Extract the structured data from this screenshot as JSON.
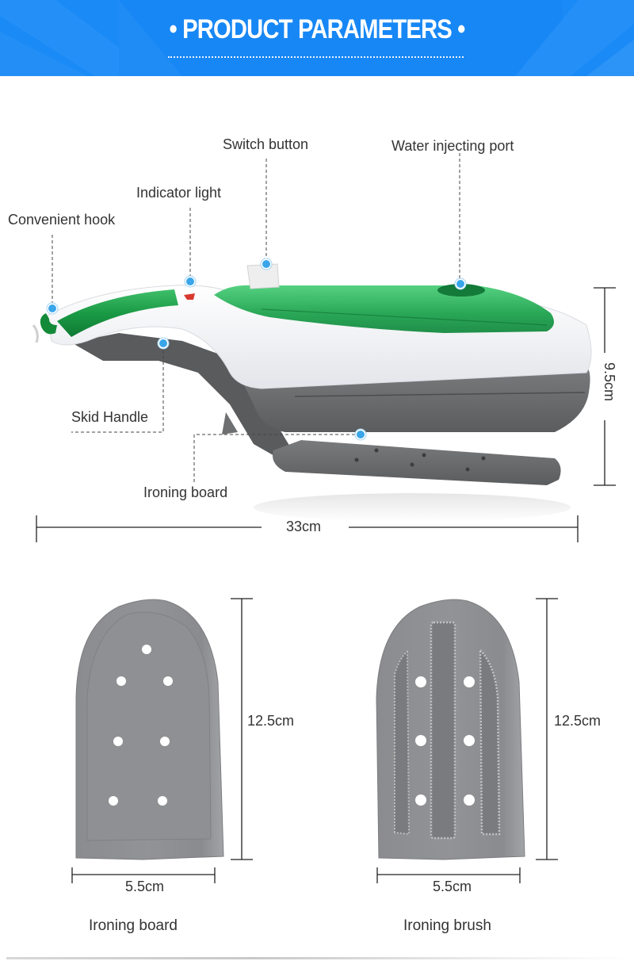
{
  "banner": {
    "title": "• PRODUCT PARAMETERS •",
    "background_color": "#1787f5"
  },
  "diagram": {
    "callouts": [
      {
        "id": "convenient-hook",
        "label": "Convenient hook"
      },
      {
        "id": "indicator-light",
        "label": "Indicator light"
      },
      {
        "id": "switch-button",
        "label": "Switch button"
      },
      {
        "id": "water-injecting-port",
        "label": "Water injecting port"
      },
      {
        "id": "skid-handle",
        "label": "Skid Handle"
      },
      {
        "id": "ironing-board",
        "label": "Ironing board"
      }
    ],
    "marker_color": "#3aa6ea",
    "dimensions": {
      "length": "33cm",
      "height": "9.5cm"
    }
  },
  "accessories": [
    {
      "name": "Ironing board",
      "height": "12.5cm",
      "width": "5.5cm"
    },
    {
      "name": "Ironing brush",
      "height": "12.5cm",
      "width": "5.5cm"
    }
  ],
  "colors": {
    "steamer_green": "#1f9a3c",
    "steamer_white": "#f2f3f6",
    "steamer_gray": "#6b6c6e",
    "plate_gray": "#8e8f92"
  }
}
